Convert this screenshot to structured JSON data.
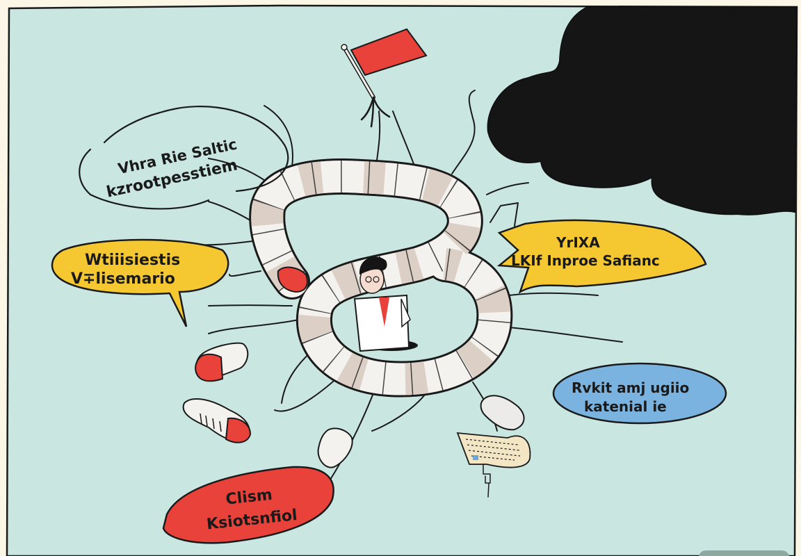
{
  "illustration": {
    "colors": {
      "paper": "#fbf6e6",
      "background": "#c9e6e1",
      "ink": "#1a1a1a",
      "red": "#e8423a",
      "yellow": "#f5c832",
      "blue": "#7bb3e0",
      "pill_white": "#f4f2ee",
      "pill_tan": "#dcd0c6",
      "document": "#f3e6c4"
    },
    "bubbles": {
      "top_left": {
        "line1": "Vhra Rie Saltic",
        "line2": "kzrootpesstiem"
      },
      "yellow_left": {
        "line1": "Wtiiisiestis",
        "line2": "V∓lisemario"
      },
      "yellow_right": {
        "line1": "YrIXA",
        "line2": "LKIf Inproe Safianc"
      },
      "blue_right": {
        "line1": "Rvkit amj ugiio",
        "line2": "katenial ie"
      },
      "red_bottom": {
        "line1": "Clism",
        "line2": "Ksiotsnfiol"
      }
    },
    "elements": {
      "flag": "red-flag-icon",
      "cloud": "storm-cloud",
      "central_figure": "doctor-figure",
      "pill_chain": "pill-chain-loop",
      "document": "scroll-document-icon"
    }
  }
}
